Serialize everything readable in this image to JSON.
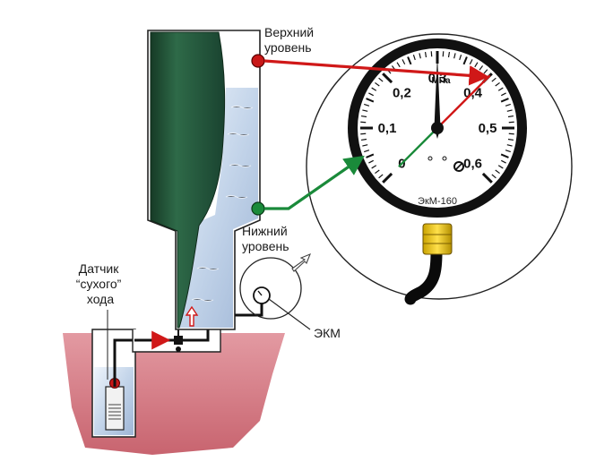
{
  "labels": {
    "upper_level": [
      "Верхний",
      "уровень"
    ],
    "lower_level": [
      "Нижний",
      "уровень"
    ],
    "dry_run_sensor": [
      "Датчик",
      "“сухого”",
      "хода"
    ],
    "ekm": "ЭКМ"
  },
  "gauge": {
    "scale": [
      "0",
      "0,1",
      "0,2",
      "0,3",
      "0,4",
      "0,5",
      "0,6"
    ],
    "unit": "МПа",
    "model": "ЭкМ-160",
    "scale_min": 0,
    "scale_max": 0.6,
    "current_pressure": 0.3,
    "upper_setpoint": 0.4,
    "lower_setpoint": 0.0
  },
  "colors": {
    "upper_arrow": "#d01818",
    "lower_arrow": "#1a8a3a",
    "indicator": "#111111",
    "bladder": "#1f4a32",
    "water": "#c9d9ec",
    "ground": "#d9808a"
  }
}
